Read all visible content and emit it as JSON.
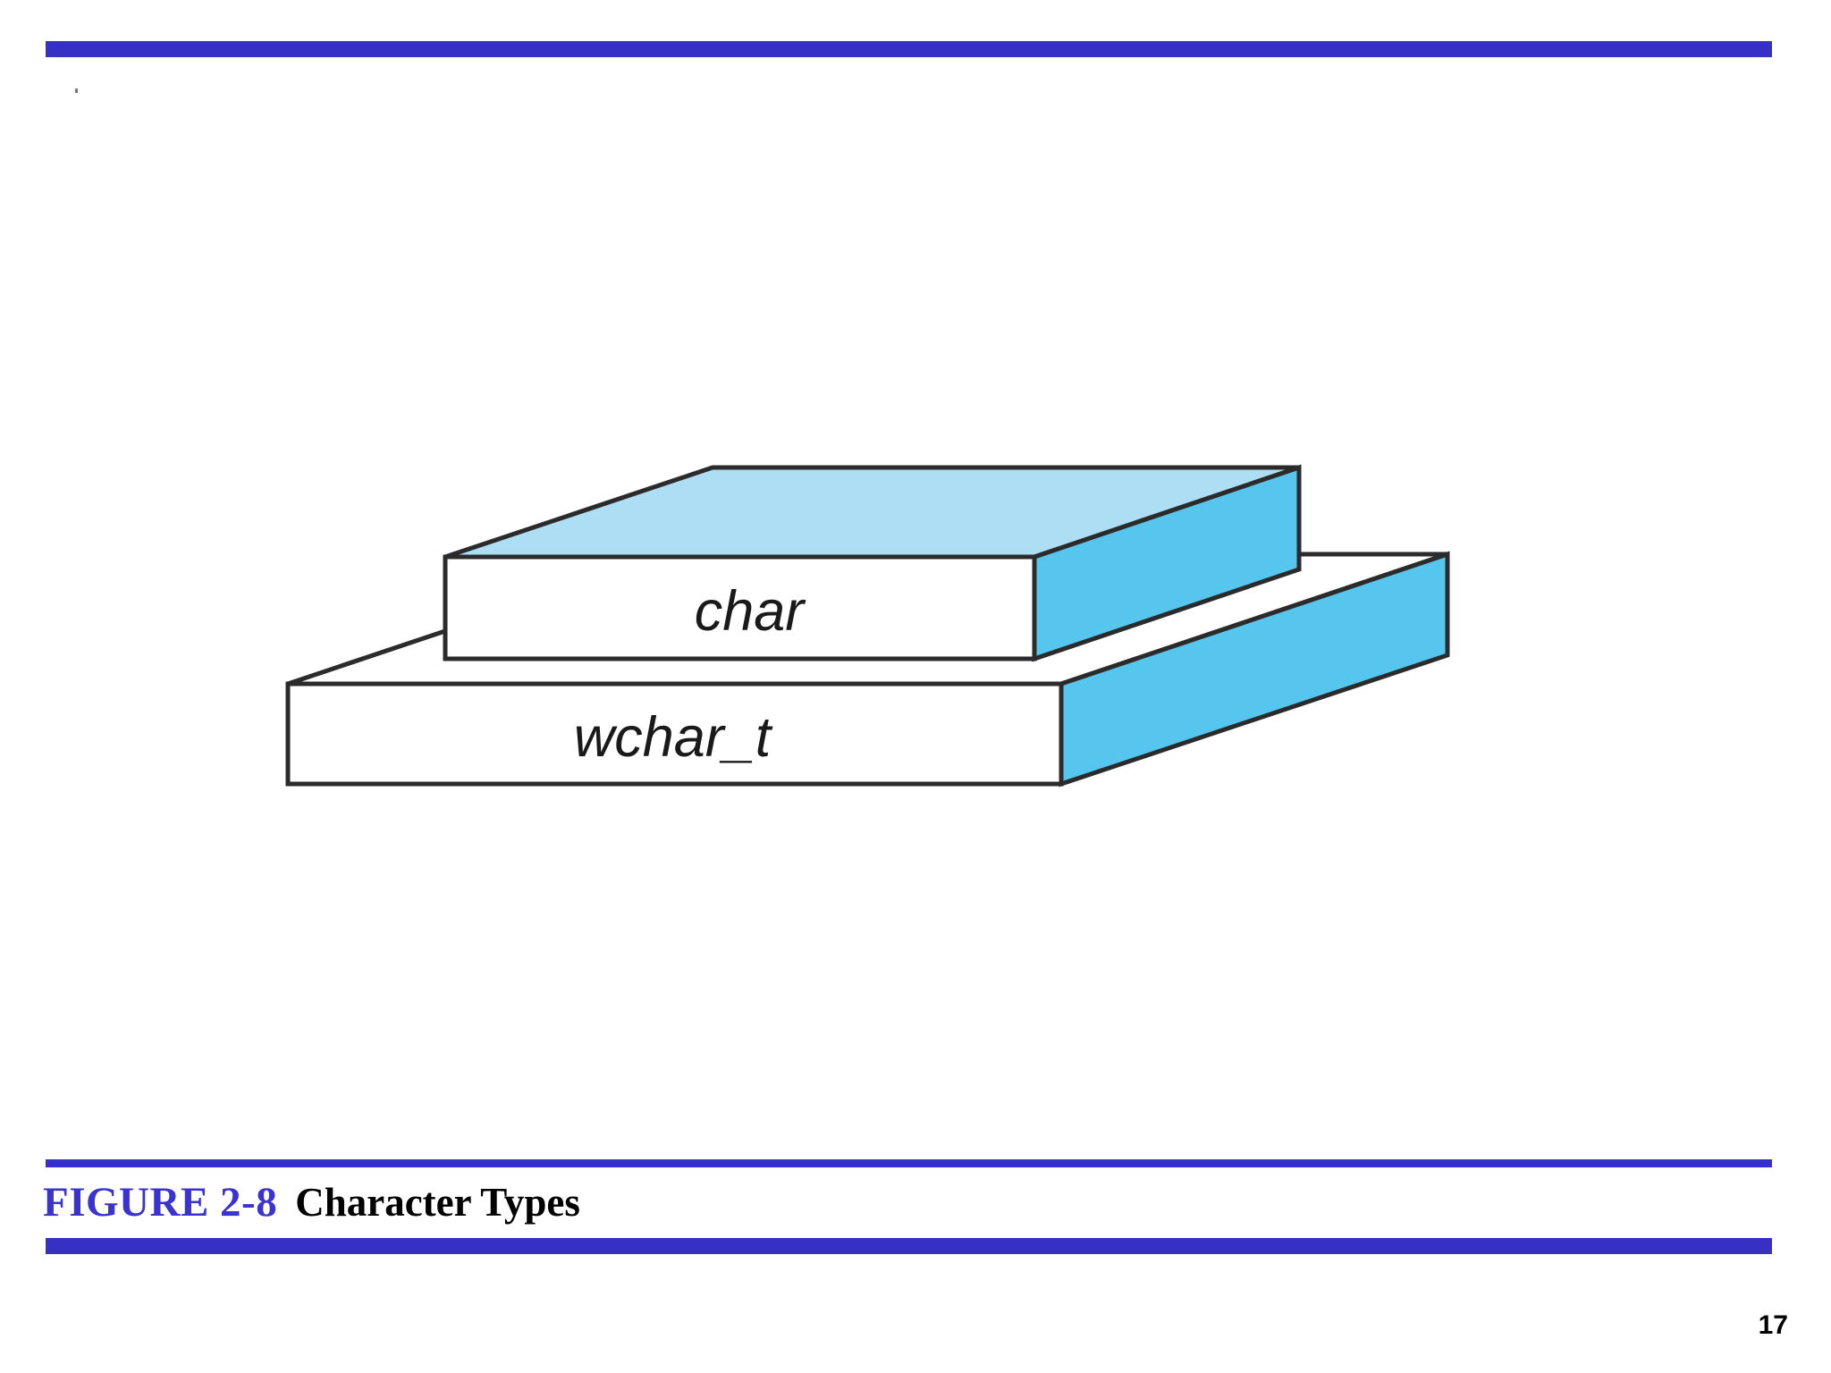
{
  "page": {
    "number": "17",
    "background_color": "#ffffff",
    "accent_color": "#3730c4"
  },
  "rules": {
    "top_color": "#3730c4",
    "caption_top_color": "#3730c4",
    "caption_bottom_color": "#3730c4"
  },
  "caption": {
    "figure_label": "FIGURE 2-8",
    "title": "Character Types",
    "figure_label_color": "#3a33cf",
    "title_color": "#000000"
  },
  "diagram": {
    "type": "isometric-layered-blocks",
    "description": "Two stacked isometric slabs representing C character types, the smaller char slab resting on the larger wchar_t slab",
    "colors": {
      "top_face": "#addef4",
      "side_face": "#57c6ee",
      "front_face": "#ffffff",
      "outline": "#2b2b2b"
    },
    "blocks": [
      {
        "label": "char",
        "level": "upper",
        "front_face_color": "#ffffff",
        "top_face_color": "#addef4",
        "side_face_color": "#57c6ee"
      },
      {
        "label": "wchar_t",
        "level": "lower",
        "front_face_color": "#ffffff",
        "top_face_color": "#ffffff",
        "side_face_color": "#57c6ee"
      }
    ]
  }
}
